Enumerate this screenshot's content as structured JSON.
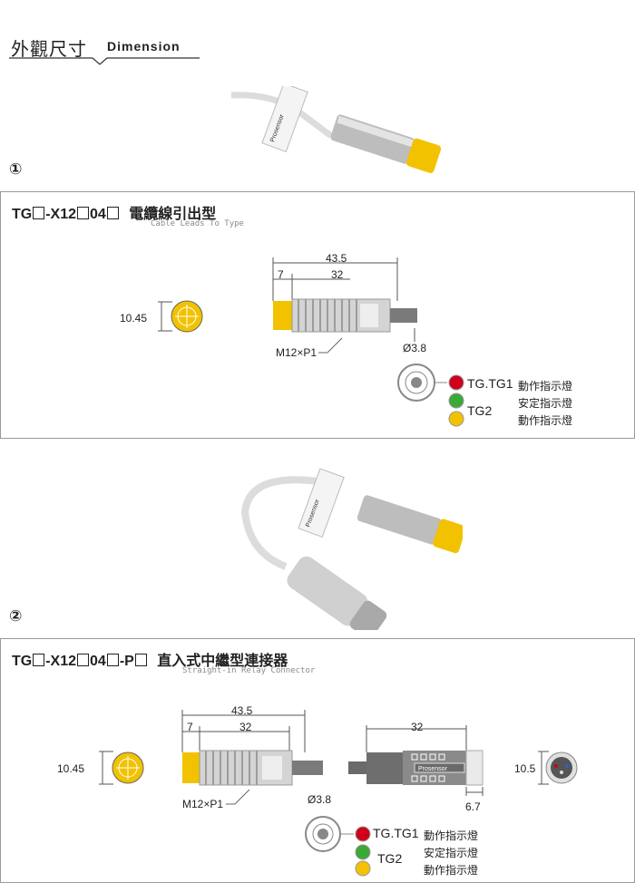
{
  "header": {
    "title": "外觀尺寸",
    "subtitle": "Dimension"
  },
  "section1": {
    "number": "①",
    "model_parts": [
      "TG",
      "-X12",
      "04",
      ""
    ],
    "model_suffix": "電纜線引出型",
    "subtitle": "Cable Leads To Type",
    "dims": {
      "overall": "43.5",
      "head": "7",
      "thread": "32",
      "diameter": "10.45",
      "thread_spec": "M12×P1",
      "cable": "Ø3.8"
    },
    "photo_label": "Prosensor"
  },
  "section2": {
    "number": "②",
    "model_parts": [
      "TG",
      "-X12",
      "04",
      "-P",
      ""
    ],
    "model_suffix": "直入式中繼型連接器",
    "subtitle": "Straight-in Relay Connector",
    "dims": {
      "overall": "43.5",
      "head": "7",
      "thread": "32",
      "diameter": "10.45",
      "thread_spec": "M12×P1",
      "cable": "Ø3.8",
      "connector_length": "32",
      "connector_end": "6.7",
      "connector_diameter": "10.5"
    },
    "connector_brand": "Prosensor",
    "photo_label": "Prosensor"
  },
  "legend": {
    "tg_tg1": "TG.TG1",
    "tg2": "TG2",
    "red_label": "動作指示燈",
    "green_label": "安定指示燈",
    "yellow_label": "動作指示燈"
  },
  "colors": {
    "yellow": "#f2c200",
    "red": "#d0001b",
    "green": "#3aa935",
    "steel": "#c8c8c8"
  }
}
